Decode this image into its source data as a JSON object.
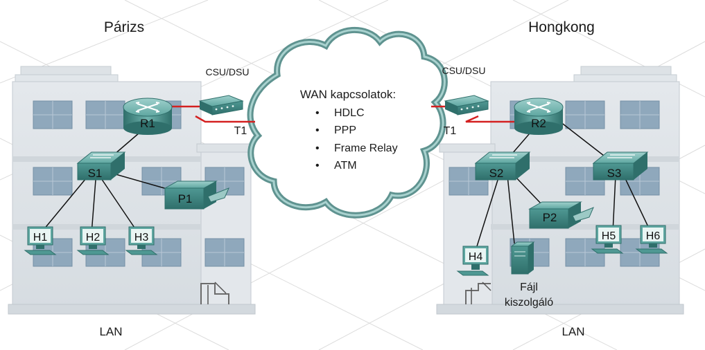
{
  "sites": {
    "left": {
      "city": "Párizs",
      "lan": "LAN"
    },
    "right": {
      "city": "Hongkong",
      "lan": "LAN"
    }
  },
  "wan": {
    "title": "WAN kapcsolatok:",
    "bullet": "•",
    "items": [
      "HDLC",
      "PPP",
      "Frame Relay",
      "ATM"
    ]
  },
  "links": {
    "left_csu": "CSU/DSU",
    "right_csu": "CSU/DSU",
    "left_t1": "T1",
    "right_t1": "T1"
  },
  "devices": {
    "R1": "R1",
    "R2": "R2",
    "S1": "S1",
    "S2": "S2",
    "S3": "S3",
    "P1": "P1",
    "P2": "P2",
    "H1": "H1",
    "H2": "H2",
    "H3": "H3",
    "H4": "H4",
    "H5": "H5",
    "H6": "H6",
    "server_line1": "Fájl",
    "server_line2": "kiszolgáló"
  },
  "colors": {
    "wan_link": "#d42020",
    "device_teal": "#4e9a95",
    "building": "#dfe4e8",
    "window": "#8da6bb",
    "cloud_stroke": "#5f9390"
  }
}
